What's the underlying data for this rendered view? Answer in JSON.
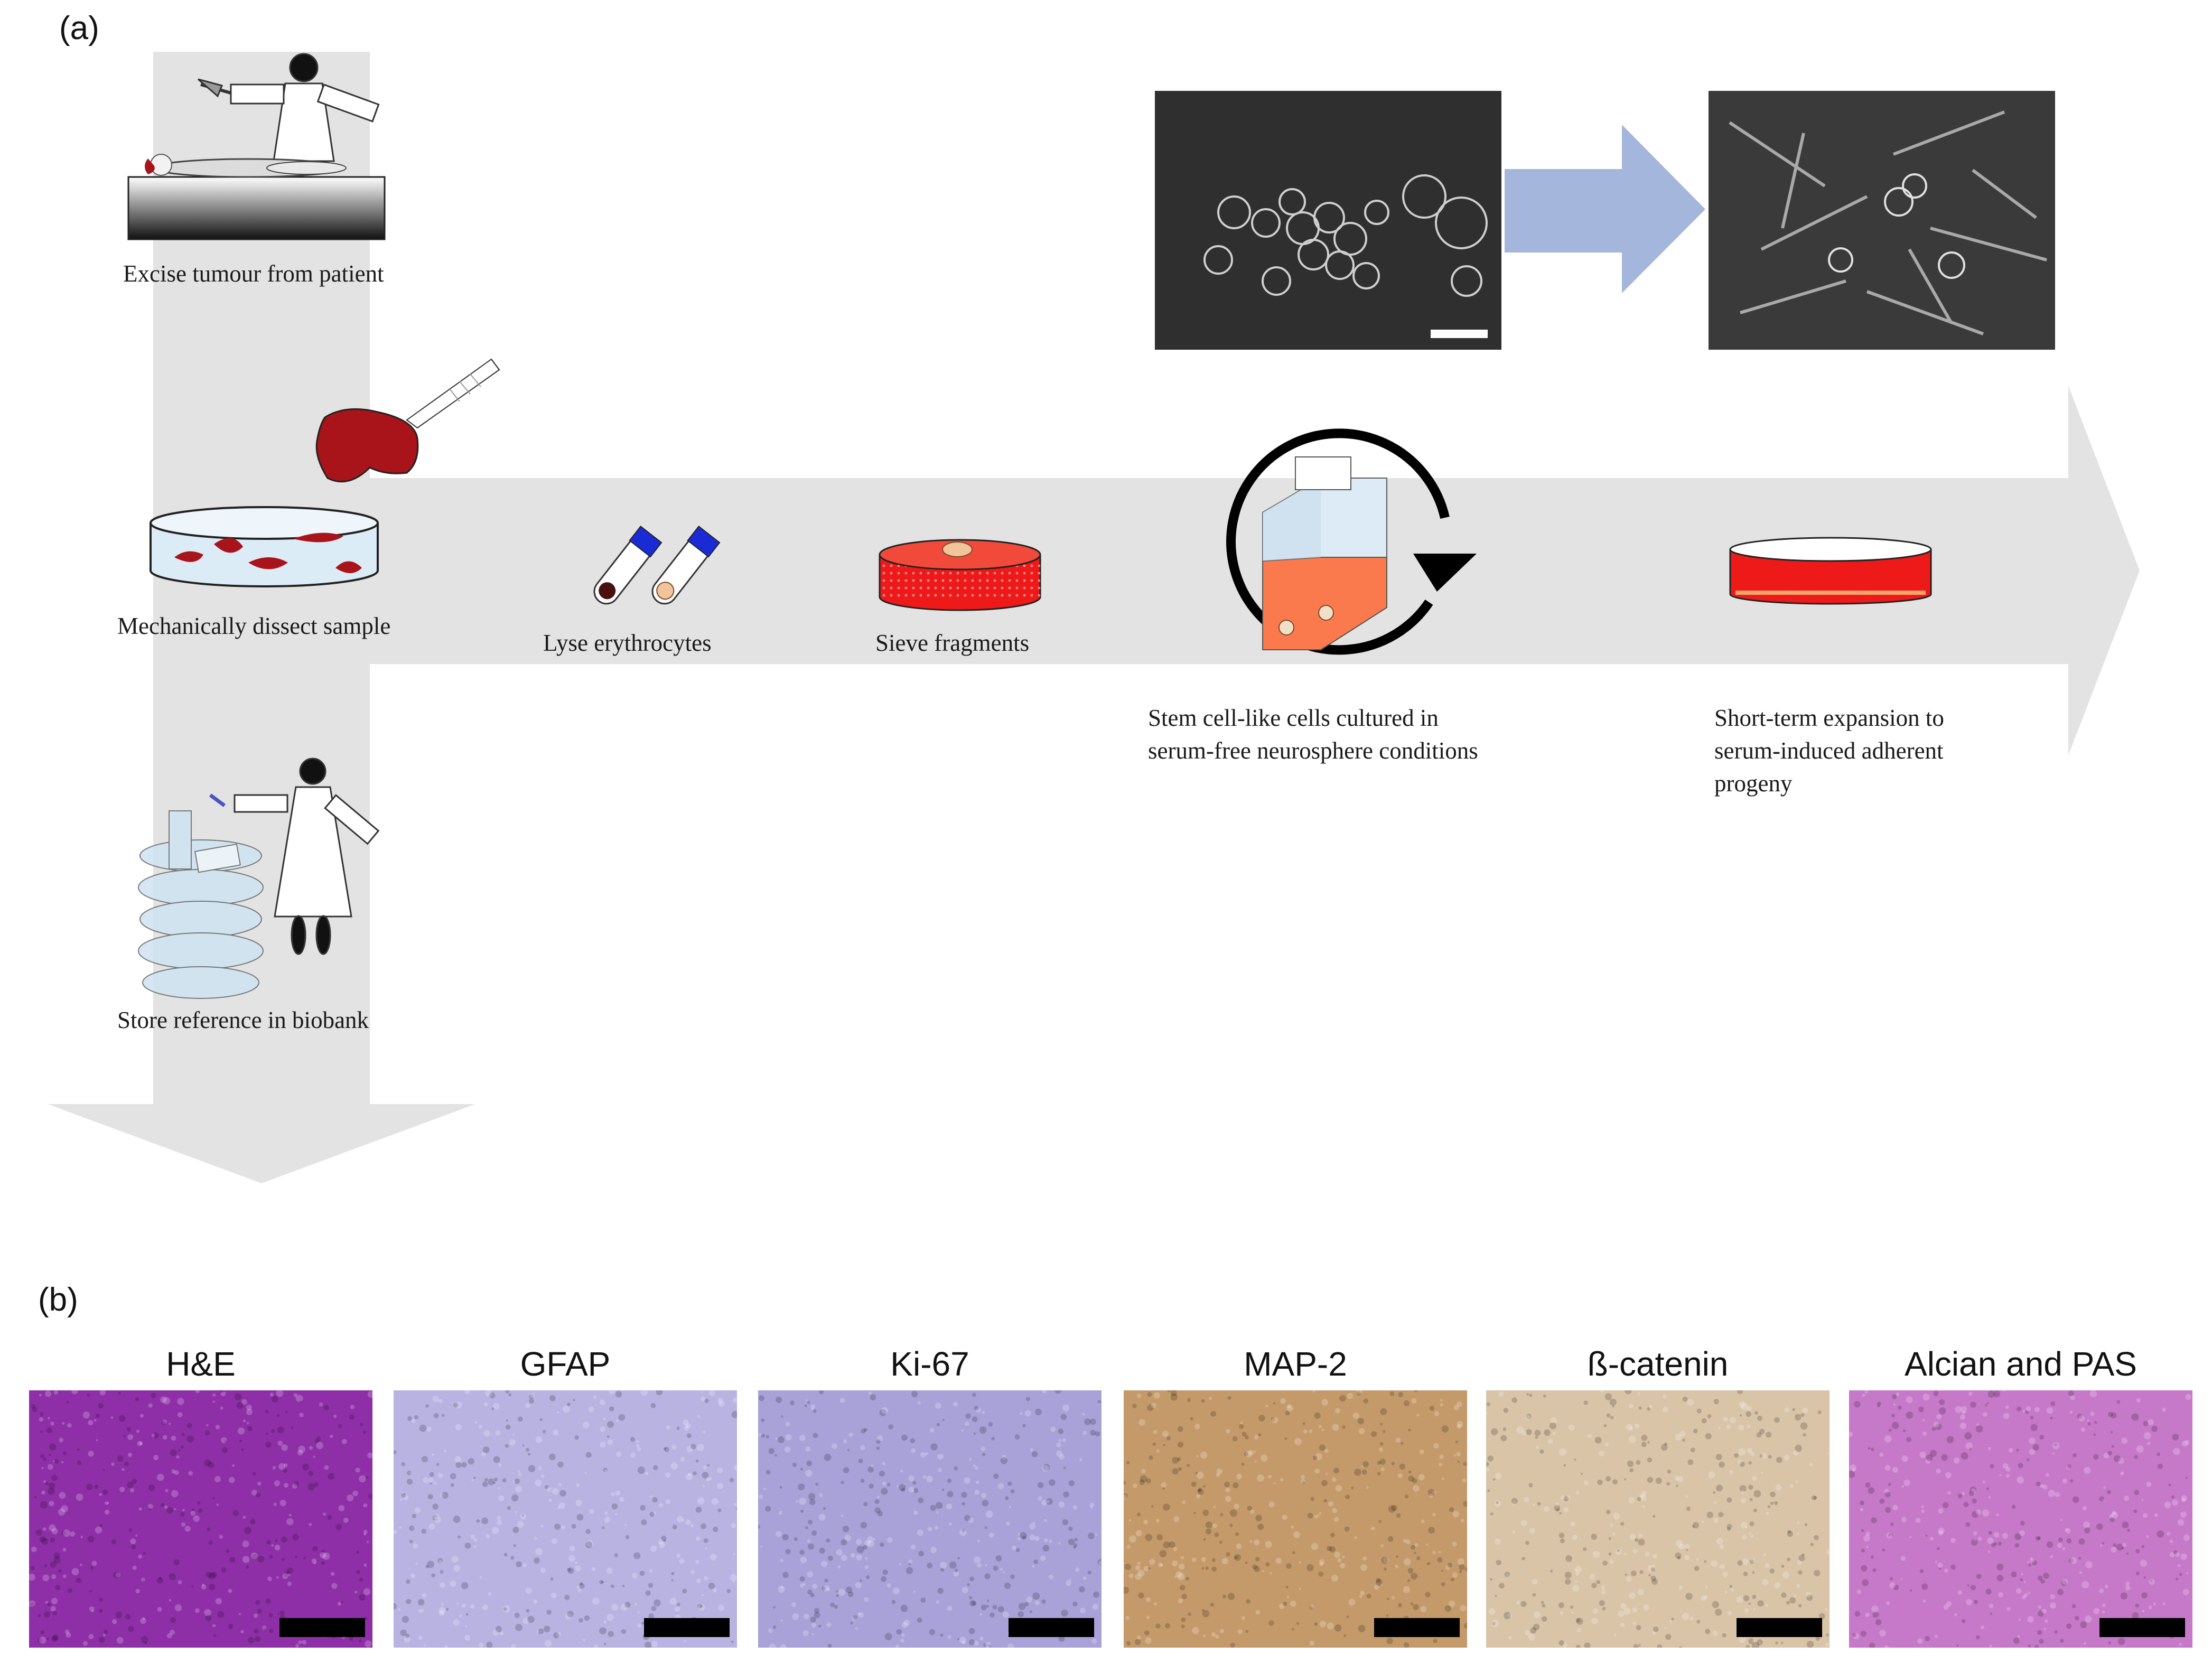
{
  "panel_a": {
    "label": "(a)",
    "steps": [
      {
        "id": "excise",
        "caption": "Excise tumour from patient"
      },
      {
        "id": "dissect",
        "caption": "Mechanically dissect sample"
      },
      {
        "id": "biobank",
        "caption": "Store reference in biobank"
      },
      {
        "id": "lyse",
        "caption": "Lyse erythrocytes"
      },
      {
        "id": "sieve",
        "caption": "Sieve fragments"
      },
      {
        "id": "stem",
        "caption": "Stem cell-like cells cultured in\nserum-free neurosphere conditions"
      },
      {
        "id": "expansion",
        "caption": "Short-term expansion to\nserum-induced adherent\nprogeny"
      }
    ]
  },
  "panel_b": {
    "label": "(b)",
    "stains": [
      {
        "title": "H&E",
        "color": "#8e2fa8"
      },
      {
        "title": "GFAP",
        "color": "#b9b3e2"
      },
      {
        "title": "Ki-67",
        "color": "#a9a2d8"
      },
      {
        "title": "MAP-2",
        "color": "#c49a6a"
      },
      {
        "title": "ß-catenin",
        "color": "#d9c4a8"
      },
      {
        "title": "Alcian and PAS",
        "color": "#c678c9"
      }
    ]
  },
  "colors": {
    "arrow_gray": "#e3e3e3",
    "blue_arrow": "#a4b6dc",
    "tissue_red": "#a8141a",
    "dish_blue": "#dcecf7",
    "media_red": "#ee1a1a",
    "flask_orange": "#fa7a4e"
  }
}
